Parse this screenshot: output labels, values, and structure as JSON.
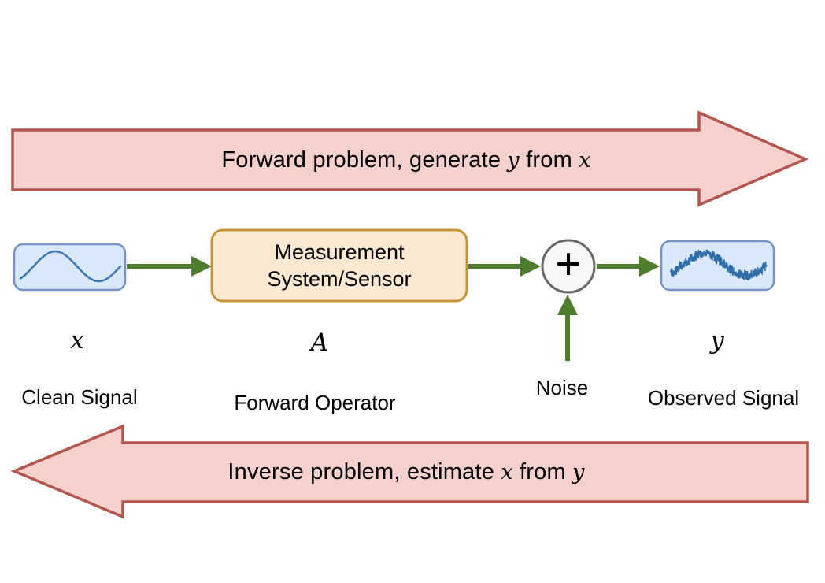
{
  "diagram": {
    "title_semantics": "forward and inverse problem signal diagram",
    "forward_arrow": {
      "prefix": "Forward problem, generate ",
      "var1": "y",
      "mid": " from ",
      "var2": "x"
    },
    "inverse_arrow": {
      "prefix": "Inverse problem, estimate ",
      "var1": "x",
      "mid": " from ",
      "var2": "y"
    },
    "clean_signal": {
      "symbol": "x",
      "label": "Clean Signal"
    },
    "forward_operator": {
      "box_line1": "Measurement",
      "box_line2": "System/Sensor",
      "symbol": "A",
      "label": "Forward Operator"
    },
    "noise": {
      "label": "Noise",
      "plus": "+"
    },
    "observed_signal": {
      "symbol": "y",
      "label": "Observed Signal"
    },
    "colors": {
      "big_arrow_fill": "#f5d0cd",
      "big_arrow_stroke": "#b3564e",
      "connector_green": "#4e7d2d",
      "signal_box_fill": "#dae8fc",
      "signal_box_stroke": "#7593c4",
      "operator_box_fill": "#fbe9d1",
      "operator_box_stroke": "#c99433",
      "sum_circle_fill": "#f7f7f7",
      "sum_circle_stroke": "#686868",
      "wave_blue": "#3c78b0"
    }
  }
}
